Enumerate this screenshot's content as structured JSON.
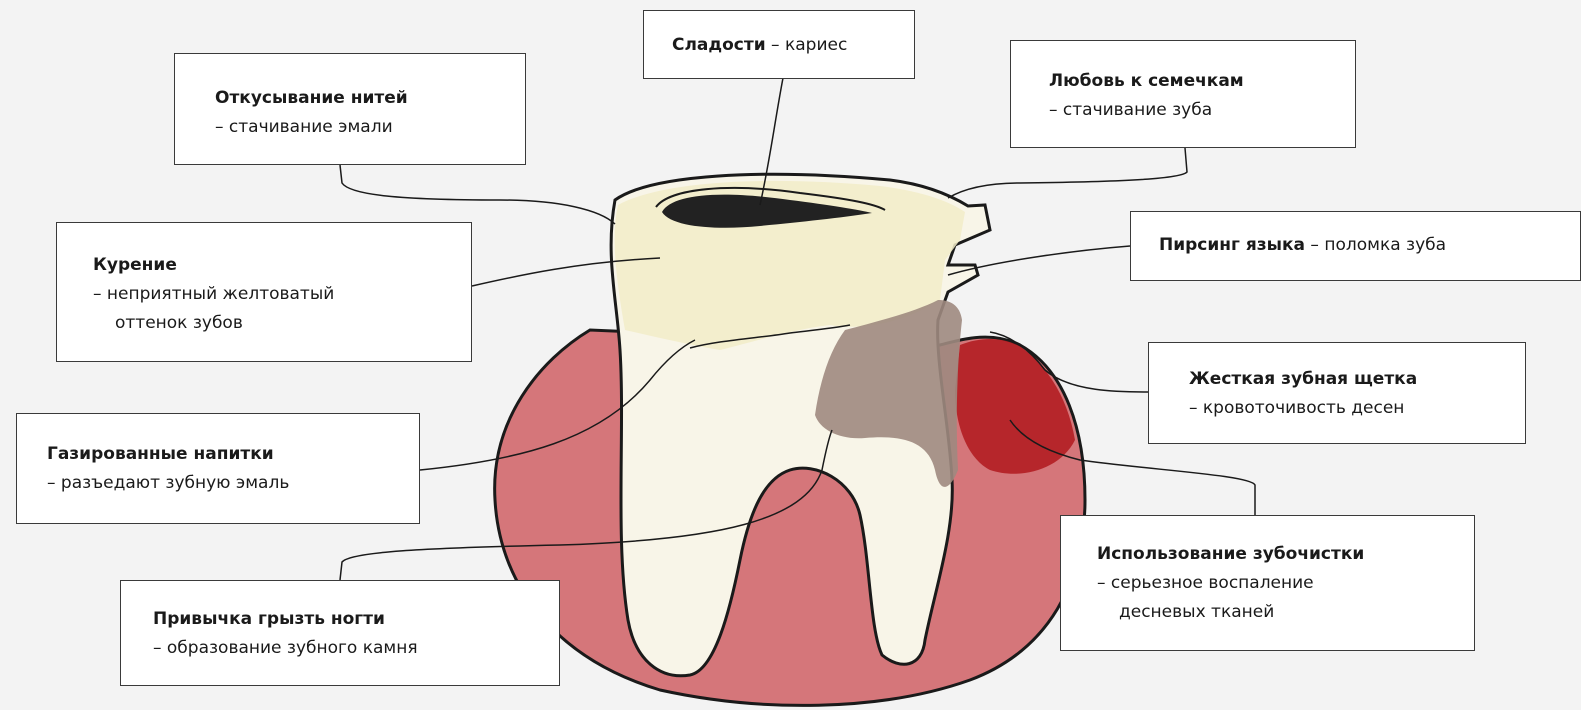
{
  "colors": {
    "background": "#f3f3f3",
    "gum": "#d5767a",
    "gum_inflamed": "#b0191d",
    "tooth": "#f8f5e8",
    "tooth_tint": "#f2ecc8",
    "caries": "#222222",
    "tartar": "#9e8a80",
    "outline": "#1a1a1a"
  },
  "callouts": {
    "sweets": {
      "bold": "Сладости",
      "rest": " – кариес"
    },
    "thread": {
      "title": "Откусывание нитей",
      "line": "– стачивание эмали"
    },
    "seeds": {
      "title": "Любовь к семечкам",
      "line": "– стачивание зуба"
    },
    "smoking": {
      "title": "Курение",
      "line1": "– неприятный желтоватый",
      "line2": "оттенок зубов"
    },
    "piercing": {
      "bold": "Пирсинг языка",
      "rest": " – поломка зуба"
    },
    "hard_brush": {
      "title": "Жесткая зубная щетка",
      "line": "– кровоточивость десен"
    },
    "soda": {
      "title": "Газированные напитки",
      "line": "– разъедают  зубную эмаль"
    },
    "toothpick": {
      "title": "Использование зубочистки",
      "line1": "– серьезное воспаление",
      "line2": "десневых тканей"
    },
    "nails": {
      "title": "Привычка грызть ногти",
      "line": "– образование зубного камня"
    }
  }
}
